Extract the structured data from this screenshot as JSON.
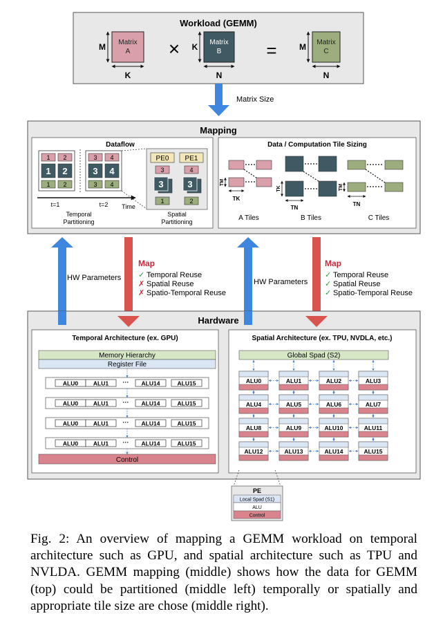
{
  "workload": {
    "title": "Workload (GEMM)",
    "matrix_a": {
      "line1": "Matrix",
      "line2": "A",
      "row_dim": "M",
      "col_dim": "K"
    },
    "matrix_b": {
      "line1": "Matrix",
      "line2": "B",
      "row_dim": "K",
      "col_dim": "N"
    },
    "matrix_c": {
      "line1": "Matrix",
      "line2": "C",
      "row_dim": "M",
      "col_dim": "N"
    },
    "times_symbol": "×",
    "equals_symbol": "="
  },
  "arrow_matrix_size": "Matrix Size",
  "mapping": {
    "title": "Mapping",
    "dataflow": {
      "title": "Dataflow",
      "tiles": [
        "1",
        "2",
        "1",
        "2",
        "1",
        "2",
        "3",
        "4",
        "3",
        "4",
        "3",
        "4"
      ],
      "t1": "t=1",
      "t2": "t=2",
      "time_label": "Time",
      "temporal_line1": "Temporal",
      "temporal_line2": "Partitioning",
      "pe0": "PE0",
      "pe1": "PE1",
      "spatial_tiles": [
        "3",
        "4",
        "3",
        "3",
        "1",
        "2"
      ],
      "spatial_line1": "Spatial",
      "spatial_line2": "Partitioning"
    },
    "tiling": {
      "title": "Data / Computation Tile Sizing",
      "a_tm": "TM",
      "a_tk": "TK",
      "b_tk": "TK",
      "b_tn": "TN",
      "c_tm": "TM",
      "c_tn": "TN",
      "a_label": "A Tiles",
      "b_label": "B Tiles",
      "c_label": "C Tiles"
    }
  },
  "middle": {
    "hw_params_left": "HW Parameters",
    "hw_params_right": "HW Parameters",
    "map_left": {
      "title": "Map",
      "items": [
        {
          "mark": "✓",
          "text": "Temporal Reuse"
        },
        {
          "mark": "✗",
          "text": "Spatial Reuse"
        },
        {
          "mark": "✗",
          "text": "Spatio-Temporal Reuse"
        }
      ]
    },
    "map_right": {
      "title": "Map",
      "items": [
        {
          "mark": "✓",
          "text": "Temporal Reuse"
        },
        {
          "mark": "✓",
          "text": "Spatial Reuse"
        },
        {
          "mark": "✓",
          "text": "Spatio-Temporal Reuse"
        }
      ]
    }
  },
  "hardware": {
    "title": "Hardware",
    "temporal": {
      "title": "Temporal Architecture (ex. GPU)",
      "memory": "Memory Hierarchy",
      "register": "Register File",
      "alus": [
        "ALU0",
        "ALU1",
        "ALU14",
        "ALU15"
      ],
      "ellipsis": "···",
      "control": "Control"
    },
    "spatial": {
      "title": "Spatial Architecture (ex. TPU, NVDLA, etc.)",
      "global": "Global Spad (S2)",
      "pes": [
        "ALU0",
        "ALU1",
        "ALU2",
        "ALU3",
        "ALU4",
        "ALU5",
        "ALU6",
        "ALU7",
        "ALU8",
        "ALU9",
        "ALU10",
        "ALU11",
        "ALU12",
        "ALU13",
        "ALU14",
        "ALU15"
      ]
    },
    "pe_detail": {
      "title": "PE",
      "spad": "Local Spad (S1)",
      "alu": "ALU",
      "control": "Control"
    }
  },
  "caption": "Fig. 2: An overview of mapping a GEMM workload on temporal architecture such as GPU, and spatial architecture such as TPU and NVLDA. GEMM mapping (middle) shows how the data for GEMM (top) could be partitioned (middle left) temporally or spatially and appropriate tile size are chose (middle right).",
  "colors": {
    "panel_gray": "#e8e8e8",
    "matrix_a": "#d9a0aa",
    "matrix_b": "#3f5a63",
    "matrix_c": "#9cae7e",
    "blue_arrow": "#3e86de",
    "red_arrow": "#d9544d",
    "map_red": "#c8283b",
    "check_green": "#2e9e3e",
    "light_blue": "#dbe6f5",
    "control_pink": "#d9848c",
    "global_green": "#d6e7c5"
  }
}
